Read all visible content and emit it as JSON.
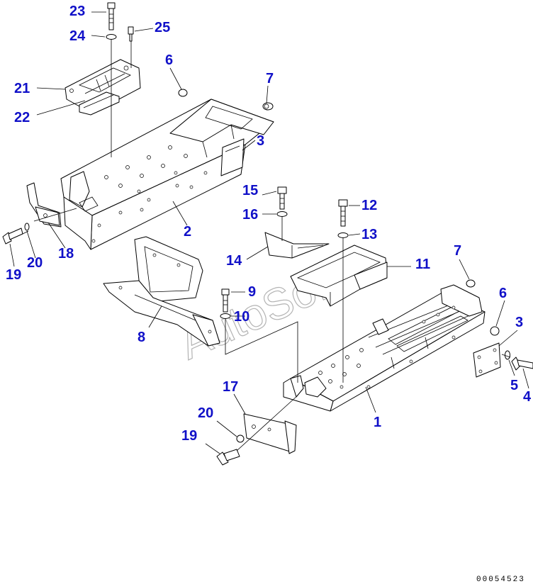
{
  "diagram": {
    "callouts": {
      "c1": "1",
      "c2": "2",
      "c3a": "3",
      "c3b": "3",
      "c4": "4",
      "c5": "5",
      "c6a": "6",
      "c6b": "6",
      "c7a": "7",
      "c7b": "7",
      "c8": "8",
      "c9": "9",
      "c10": "10",
      "c11": "11",
      "c12": "12",
      "c13": "13",
      "c14": "14",
      "c15": "15",
      "c16": "16",
      "c17": "17",
      "c18": "18",
      "c19a": "19",
      "c19b": "19",
      "c20a": "20",
      "c20b": "20",
      "c21": "21",
      "c22": "22",
      "c23": "23",
      "c24": "24",
      "c25": "25"
    },
    "watermark": "AutoSoft",
    "document_number": "00054523",
    "colors": {
      "callout": "#1010c8",
      "line": "#000000",
      "watermark": "#9a9a9a"
    }
  }
}
